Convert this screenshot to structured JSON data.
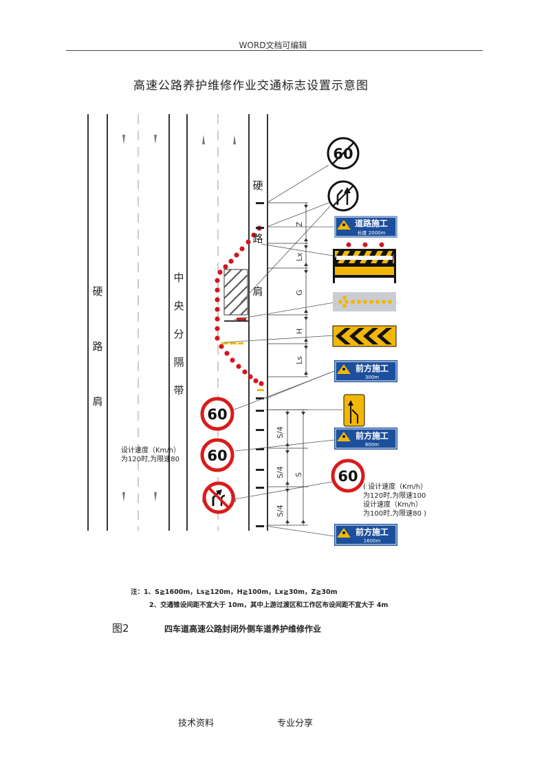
{
  "header": {
    "text": "WORD文档可编辑"
  },
  "title": "高速公路养护维修作业交通标志设置示意图",
  "road": {
    "left_shoulder": "硬路肩",
    "median": "中央分隔带",
    "right_shoulder": "硬路肩"
  },
  "dims": {
    "z": "Z",
    "lx": "Lx",
    "g": "G",
    "h": "H",
    "ls": "Ls",
    "s4a": "S/4",
    "s4b": "S/4",
    "s4c": "S/4",
    "s": "S"
  },
  "signs": {
    "speed_limit": "60",
    "road_work_main": "道路施工",
    "road_work_sub": "长度 2000m",
    "ahead_main": "前方施工",
    "ahead_300": "300m",
    "ahead_800": "800m",
    "ahead_1600": "1600m"
  },
  "notes": {
    "left_line1": "设计速度（Km/h）",
    "left_line2": "为120时,为限速80",
    "right_line1": "( 设计速度（Km/h）",
    "right_line2": "为120时,为限速100",
    "right_line3": "设计速度（Km/h）",
    "right_line4": "为100时,为限速80 )",
    "note1": "注：1、S≧1600m，Ls≧120m，H≧100m，Lx≧30m，Z≧30m",
    "note2": "2、交通锥设间距不宜大于 10m，其中上游过渡区和工作区布设间距不宜大于 4m"
  },
  "figure": {
    "label": "图2",
    "caption": "四车道高速公路封闭外侧车道养护维修作业"
  },
  "footer": {
    "left": "技术资料",
    "right": "专业分享"
  },
  "colors": {
    "sign_blue": "#1c4f9c",
    "sign_red": "#d91c1c",
    "sign_yellow": "#f2b705",
    "cone_red": "#d6141f"
  }
}
